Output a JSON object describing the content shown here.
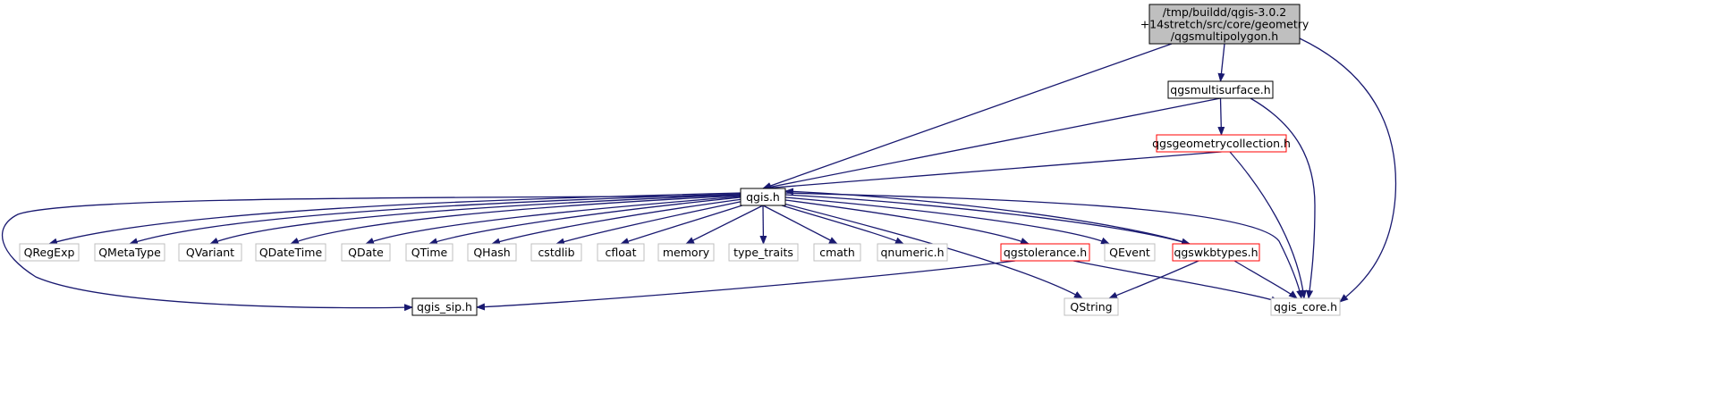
{
  "colors": {
    "edge": "#191970",
    "root_fill": "#bfbfbf",
    "root_border": "#000000",
    "normal_border": "#000000",
    "red_border": "#ff0000",
    "gray_border": "#bfbfbf",
    "gray_text": "#7f7f7f",
    "text": "#000000",
    "background": "#ffffff"
  },
  "nodes": [
    {
      "id": "root",
      "lines": [
        "/tmp/buildd/qgis-3.0.2",
        "+14stretch/src/core/geometry",
        "/qgsmultipolygon.h"
      ],
      "style": "root"
    },
    {
      "id": "qgsmultisurface",
      "lines": [
        "qgsmultisurface.h"
      ],
      "style": "normal"
    },
    {
      "id": "qgsgeometrycollection",
      "lines": [
        "qgsgeometrycollection.h"
      ],
      "style": "red"
    },
    {
      "id": "qgis",
      "lines": [
        "qgis.h"
      ],
      "style": "normal"
    },
    {
      "id": "QRegExp",
      "lines": [
        "QRegExp"
      ],
      "style": "gray"
    },
    {
      "id": "QMetaType",
      "lines": [
        "QMetaType"
      ],
      "style": "gray"
    },
    {
      "id": "QVariant",
      "lines": [
        "QVariant"
      ],
      "style": "gray"
    },
    {
      "id": "QDateTime",
      "lines": [
        "QDateTime"
      ],
      "style": "gray"
    },
    {
      "id": "QDate",
      "lines": [
        "QDate"
      ],
      "style": "gray"
    },
    {
      "id": "QTime",
      "lines": [
        "QTime"
      ],
      "style": "gray"
    },
    {
      "id": "QHash",
      "lines": [
        "QHash"
      ],
      "style": "gray"
    },
    {
      "id": "cstdlib",
      "lines": [
        "cstdlib"
      ],
      "style": "gray"
    },
    {
      "id": "cfloat",
      "lines": [
        "cfloat"
      ],
      "style": "gray"
    },
    {
      "id": "memory",
      "lines": [
        "memory"
      ],
      "style": "gray"
    },
    {
      "id": "type_traits",
      "lines": [
        "type_traits"
      ],
      "style": "gray"
    },
    {
      "id": "cmath",
      "lines": [
        "cmath"
      ],
      "style": "gray"
    },
    {
      "id": "qnumeric",
      "lines": [
        "qnumeric.h"
      ],
      "style": "gray"
    },
    {
      "id": "qgstolerance",
      "lines": [
        "qgstolerance.h"
      ],
      "style": "red"
    },
    {
      "id": "QEvent",
      "lines": [
        "QEvent"
      ],
      "style": "gray"
    },
    {
      "id": "qgswkbtypes",
      "lines": [
        "qgswkbtypes.h"
      ],
      "style": "red"
    },
    {
      "id": "qgis_sip",
      "lines": [
        "qgis_sip.h"
      ],
      "style": "normal"
    },
    {
      "id": "QString",
      "lines": [
        "QString"
      ],
      "style": "gray"
    },
    {
      "id": "qgis_core",
      "lines": [
        "qgis_core.h"
      ],
      "style": "gray"
    }
  ],
  "edges": [
    [
      "root",
      "qgsmultisurface"
    ],
    [
      "root",
      "qgis"
    ],
    [
      "root",
      "qgis_core"
    ],
    [
      "qgsmultisurface",
      "qgsgeometrycollection"
    ],
    [
      "qgsmultisurface",
      "qgis"
    ],
    [
      "qgsmultisurface",
      "qgis_core"
    ],
    [
      "qgsgeometrycollection",
      "qgis"
    ],
    [
      "qgsgeometrycollection",
      "qgis_core"
    ],
    [
      "qgis",
      "QRegExp"
    ],
    [
      "qgis",
      "QMetaType"
    ],
    [
      "qgis",
      "QVariant"
    ],
    [
      "qgis",
      "QDateTime"
    ],
    [
      "qgis",
      "QDate"
    ],
    [
      "qgis",
      "QTime"
    ],
    [
      "qgis",
      "QHash"
    ],
    [
      "qgis",
      "cstdlib"
    ],
    [
      "qgis",
      "cfloat"
    ],
    [
      "qgis",
      "memory"
    ],
    [
      "qgis",
      "type_traits"
    ],
    [
      "qgis",
      "cmath"
    ],
    [
      "qgis",
      "qnumeric"
    ],
    [
      "qgis",
      "qgstolerance"
    ],
    [
      "qgis",
      "QEvent"
    ],
    [
      "qgis",
      "qgswkbtypes"
    ],
    [
      "qgis",
      "qgis_sip"
    ],
    [
      "qgis",
      "QString"
    ],
    [
      "qgis",
      "qgis_core"
    ],
    [
      "qgswkbtypes",
      "qgis"
    ],
    [
      "qgstolerance",
      "qgis_sip"
    ],
    [
      "qgstolerance",
      "qgis_core"
    ],
    [
      "qgswkbtypes",
      "QString"
    ],
    [
      "qgswkbtypes",
      "qgis_core"
    ]
  ]
}
